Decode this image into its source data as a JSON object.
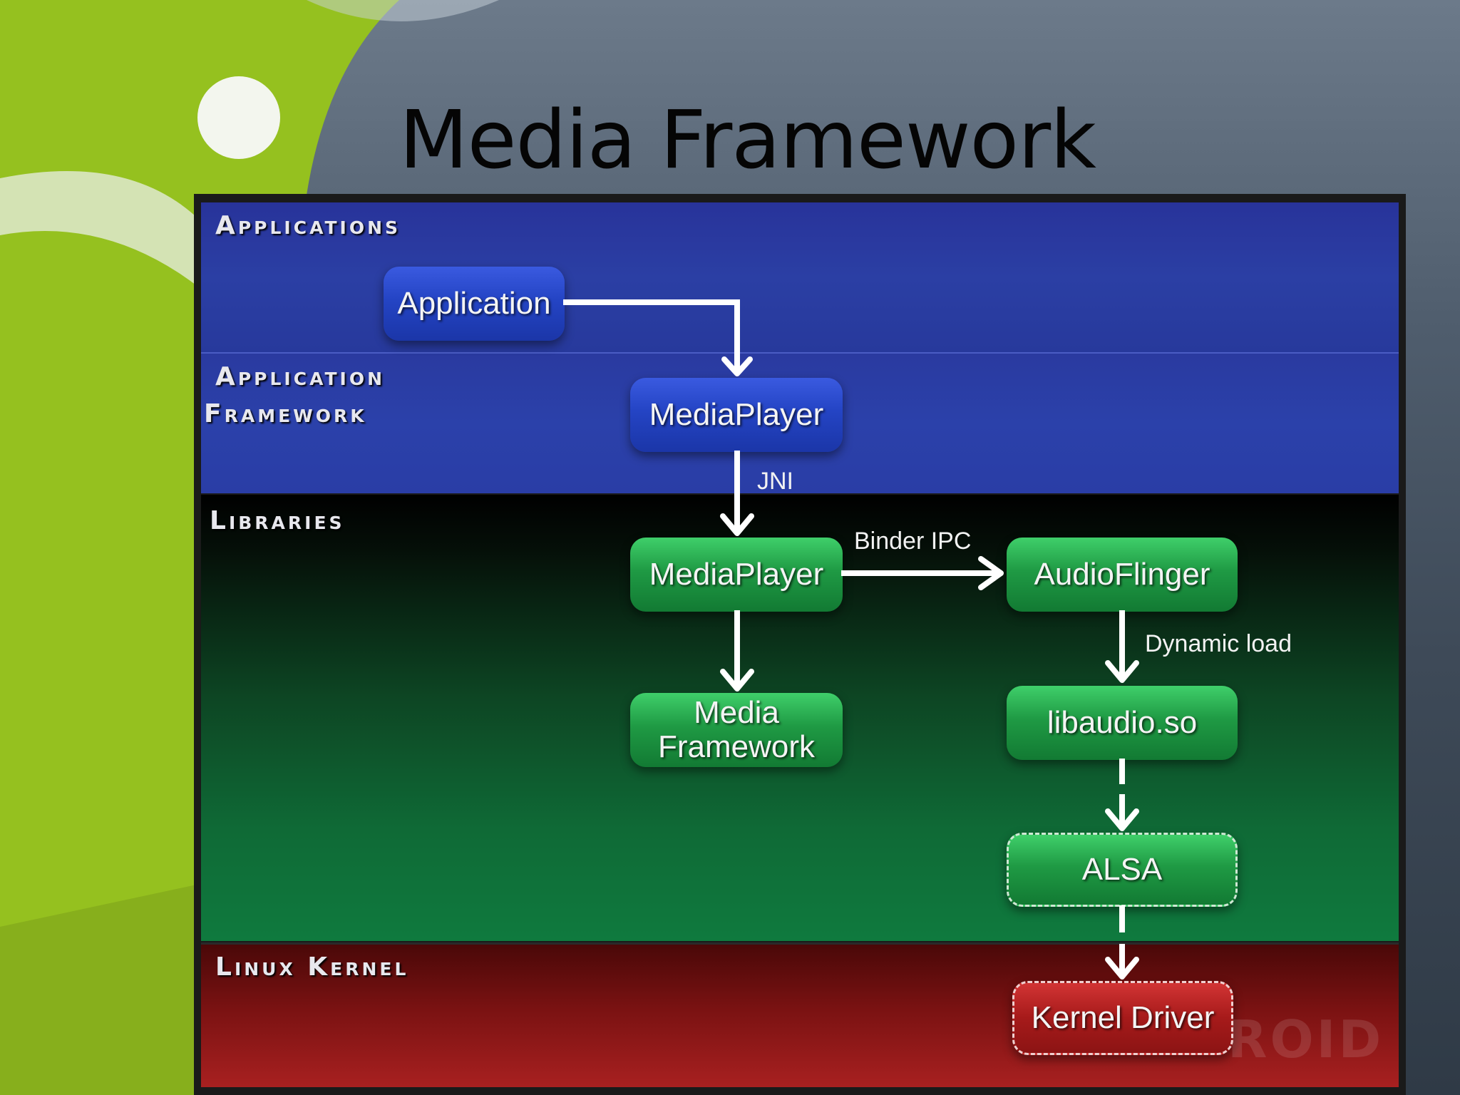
{
  "title": "Media Framework",
  "watermark": "ROID",
  "colors": {
    "android_green": "#95c11f",
    "applications_layer": "#2b3fa4",
    "libraries_layer": "#0f7a3e",
    "kernel_layer": "#a82020"
  },
  "layers": {
    "applications": "Applications",
    "application_framework_line1": "Application",
    "application_framework_line2": "Framework",
    "libraries": "Libraries",
    "linux_kernel": "Linux Kernel"
  },
  "components": {
    "application": "Application",
    "mediaplayer_java": "MediaPlayer",
    "mediaplayer_native": "MediaPlayer",
    "media_framework_line1": "Media",
    "media_framework_line2": "Framework",
    "audioflinger": "AudioFlinger",
    "libaudio": "libaudio.so",
    "alsa": "ALSA",
    "kernel_driver": "Kernel Driver"
  },
  "connections": {
    "jni": "JNI",
    "binder_ipc": "Binder IPC",
    "dynamic_load": "Dynamic load"
  }
}
